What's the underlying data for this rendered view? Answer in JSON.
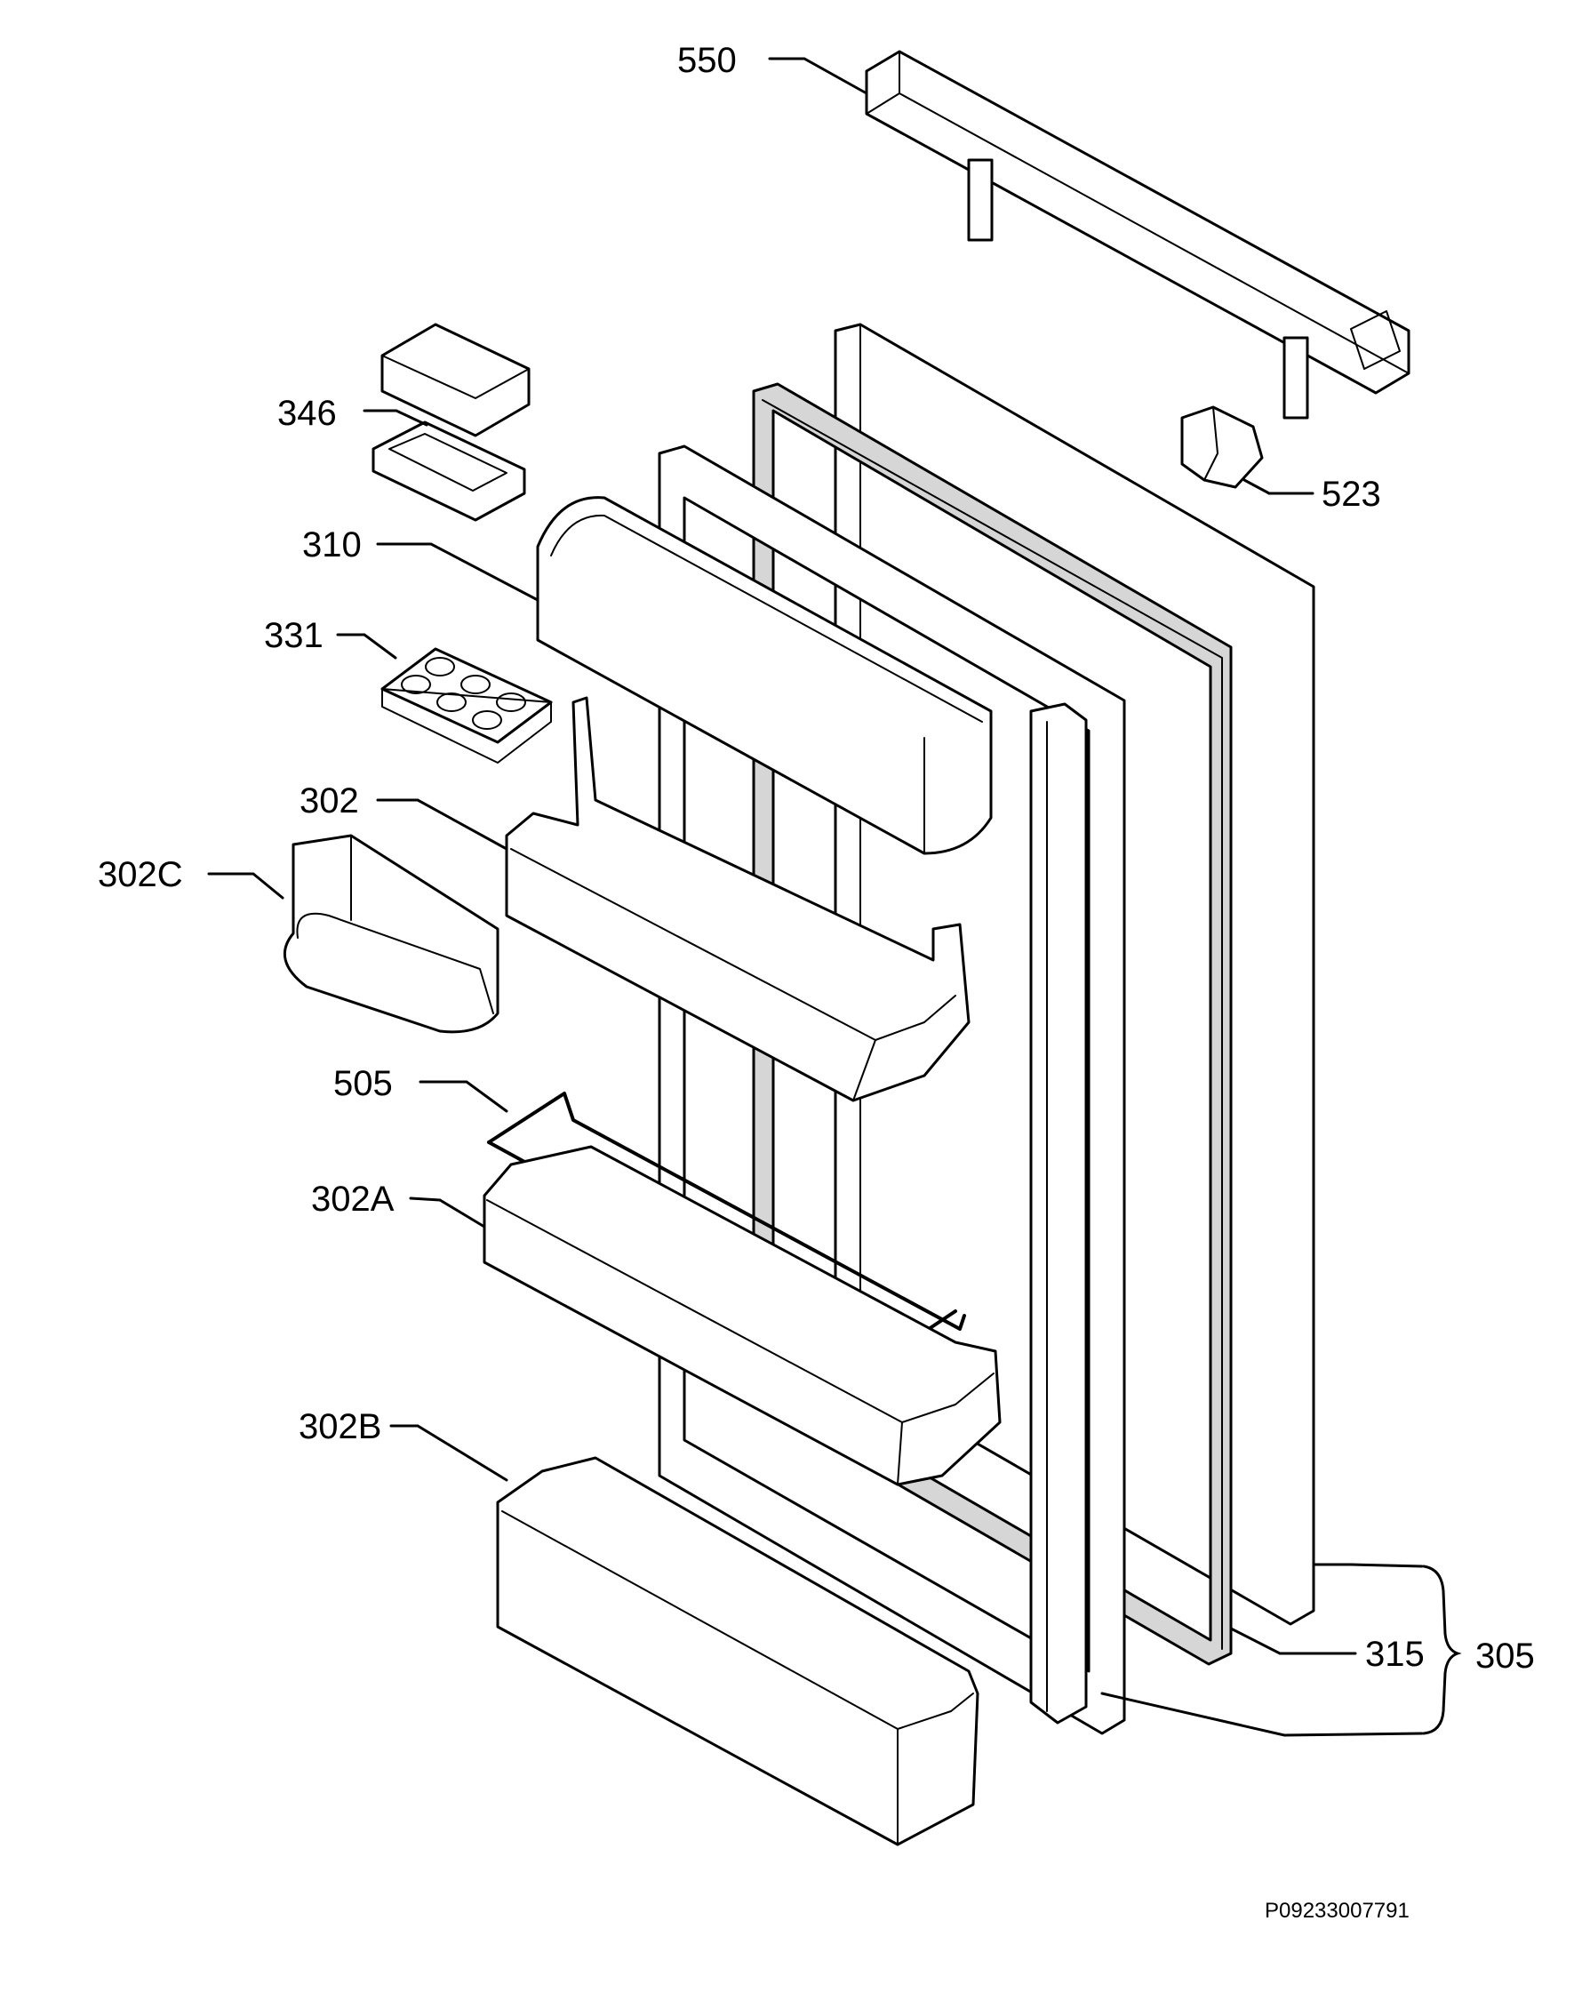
{
  "labels": {
    "p550": "550",
    "p346": "346",
    "p523": "523",
    "p310": "310",
    "p331": "331",
    "p302": "302",
    "p302c": "302C",
    "p505": "505",
    "p302a": "302A",
    "p302b": "302B",
    "p315": "315",
    "p305": "305"
  },
  "document_id": "P09233007791"
}
